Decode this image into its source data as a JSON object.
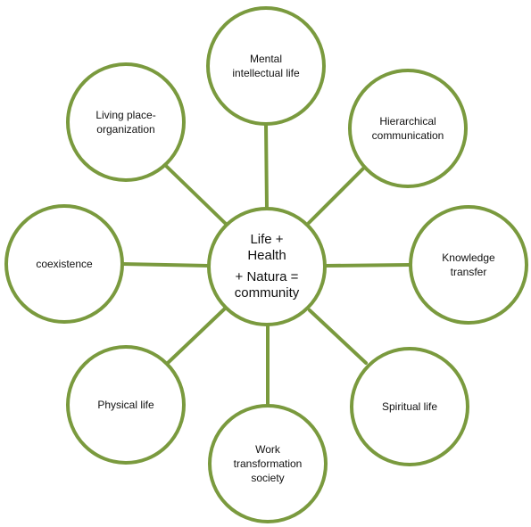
{
  "diagram": {
    "accent_color": "#7a9a3e",
    "center": {
      "line1": "Life +",
      "line2": "Health",
      "line3": "+ Natura =",
      "line4": "community"
    },
    "nodes": {
      "top": {
        "line1": "Mental",
        "line2": "intellectual life"
      },
      "top_right": {
        "line1": "Hierarchical",
        "line2": "communication"
      },
      "right": {
        "line1": "Knowledge",
        "line2": "transfer"
      },
      "bottom_right": {
        "line1": "Spiritual life"
      },
      "bottom": {
        "line1": "Work",
        "line2": "transformation",
        "line3": "society"
      },
      "bottom_left": {
        "line1": "Physical life"
      },
      "left": {
        "line1": "coexistence"
      },
      "top_left": {
        "line1": "Living place-",
        "line2": "organization"
      }
    }
  }
}
